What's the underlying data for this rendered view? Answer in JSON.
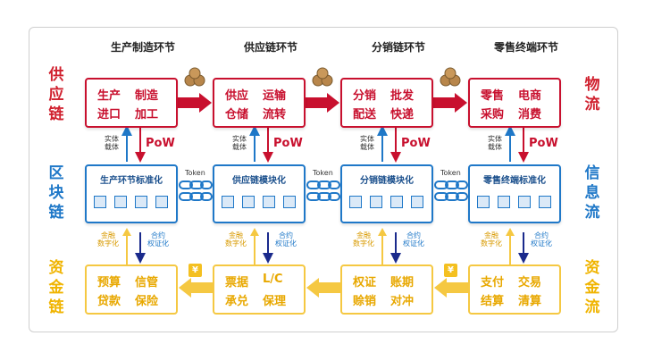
{
  "headers": [
    "生产制造环节",
    "供应链环节",
    "分销链环节",
    "零售终端环节"
  ],
  "left_labels": {
    "supply_chain": "供应链",
    "blockchain": "区块链",
    "finance_chain": "资金链"
  },
  "right_labels": {
    "logistics": "物流",
    "info": "信息流",
    "capital": "资金流"
  },
  "supply_boxes": [
    {
      "r1": [
        "生产",
        "制造"
      ],
      "r2": [
        "进口",
        "加工"
      ]
    },
    {
      "r1": [
        "供应",
        "运输"
      ],
      "r2": [
        "仓储",
        "流转"
      ]
    },
    {
      "r1": [
        "分销",
        "批发"
      ],
      "r2": [
        "配送",
        "快递"
      ]
    },
    {
      "r1": [
        "零售",
        "电商"
      ],
      "r2": [
        "采购",
        "消费"
      ]
    }
  ],
  "block_boxes": [
    "生产环节标准化",
    "供应链模块化",
    "分销链模块化",
    "零售终端标准化"
  ],
  "finance_boxes": [
    {
      "r1": [
        "预算",
        "信管"
      ],
      "r2": [
        "贷款",
        "保险"
      ]
    },
    {
      "r1": [
        "票据",
        "L/C"
      ],
      "r2": [
        "承兑",
        "保理"
      ]
    },
    {
      "r1": [
        "权证",
        "账期"
      ],
      "r2": [
        "赊销",
        "对冲"
      ]
    },
    {
      "r1": [
        "支付",
        "交易"
      ],
      "r2": [
        "结算",
        "清算"
      ]
    }
  ],
  "labels": {
    "entity": [
      "实体",
      "载体"
    ],
    "pow": "PoW",
    "token": "Token",
    "finance": [
      "金融",
      "数字化"
    ],
    "contract": [
      "合约",
      "权证化"
    ]
  },
  "colors": {
    "red": "#c8102e",
    "blue": "#1f78c8",
    "yellow": "#f5c842"
  }
}
